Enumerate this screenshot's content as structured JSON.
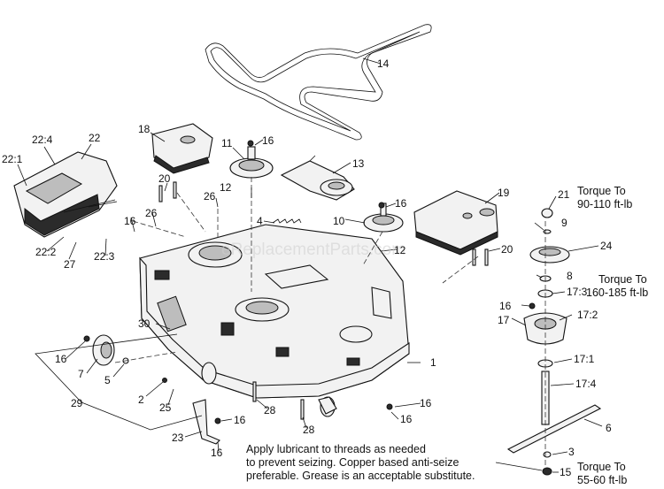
{
  "callouts": {
    "c1": "1",
    "c2": "2",
    "c3": "3",
    "c4": "4",
    "c5": "5",
    "c6": "6",
    "c7": "7",
    "c8": "8",
    "c9": "9",
    "c10": "10",
    "c11": "11",
    "c12a": "12",
    "c12b": "12",
    "c13": "13",
    "c14": "14",
    "c15": "15",
    "c16a": "16",
    "c16b": "16",
    "c16c": "16",
    "c16d": "16",
    "c16e": "16",
    "c16f": "16",
    "c16g": "16",
    "c16h": "16",
    "c16i": "16",
    "c17": "17",
    "c17_1": "17:1",
    "c17_2": "17:2",
    "c17_3": "17:3",
    "c17_4": "17:4",
    "c18": "18",
    "c19": "19",
    "c20a": "20",
    "c20b": "20",
    "c21": "21",
    "c22": "22",
    "c22_1": "22:1",
    "c22_2": "22:2",
    "c22_3": "22:3",
    "c22_4": "22:4",
    "c23": "23",
    "c24": "24",
    "c25": "25",
    "c26a": "26",
    "c26b": "26",
    "c27": "27",
    "c28a": "28",
    "c28b": "28",
    "c29": "29",
    "c30": "30"
  },
  "torque_notes": {
    "t1_line1": "Torque To",
    "t1_line2": "90-110 ft-lb",
    "t2_line1": "Torque To",
    "t2_line2": "160-185 ft-lb",
    "t3_line1": "Torque To",
    "t3_line2": "55-60 ft-lb"
  },
  "lubricant_note": {
    "line1": "Apply lubricant to threads as needed",
    "line2": "to prevent seizing. Copper based anti-seize",
    "line3": "preferable. Grease is an acceptable substitute."
  },
  "watermark": "eReplacementParts.com"
}
